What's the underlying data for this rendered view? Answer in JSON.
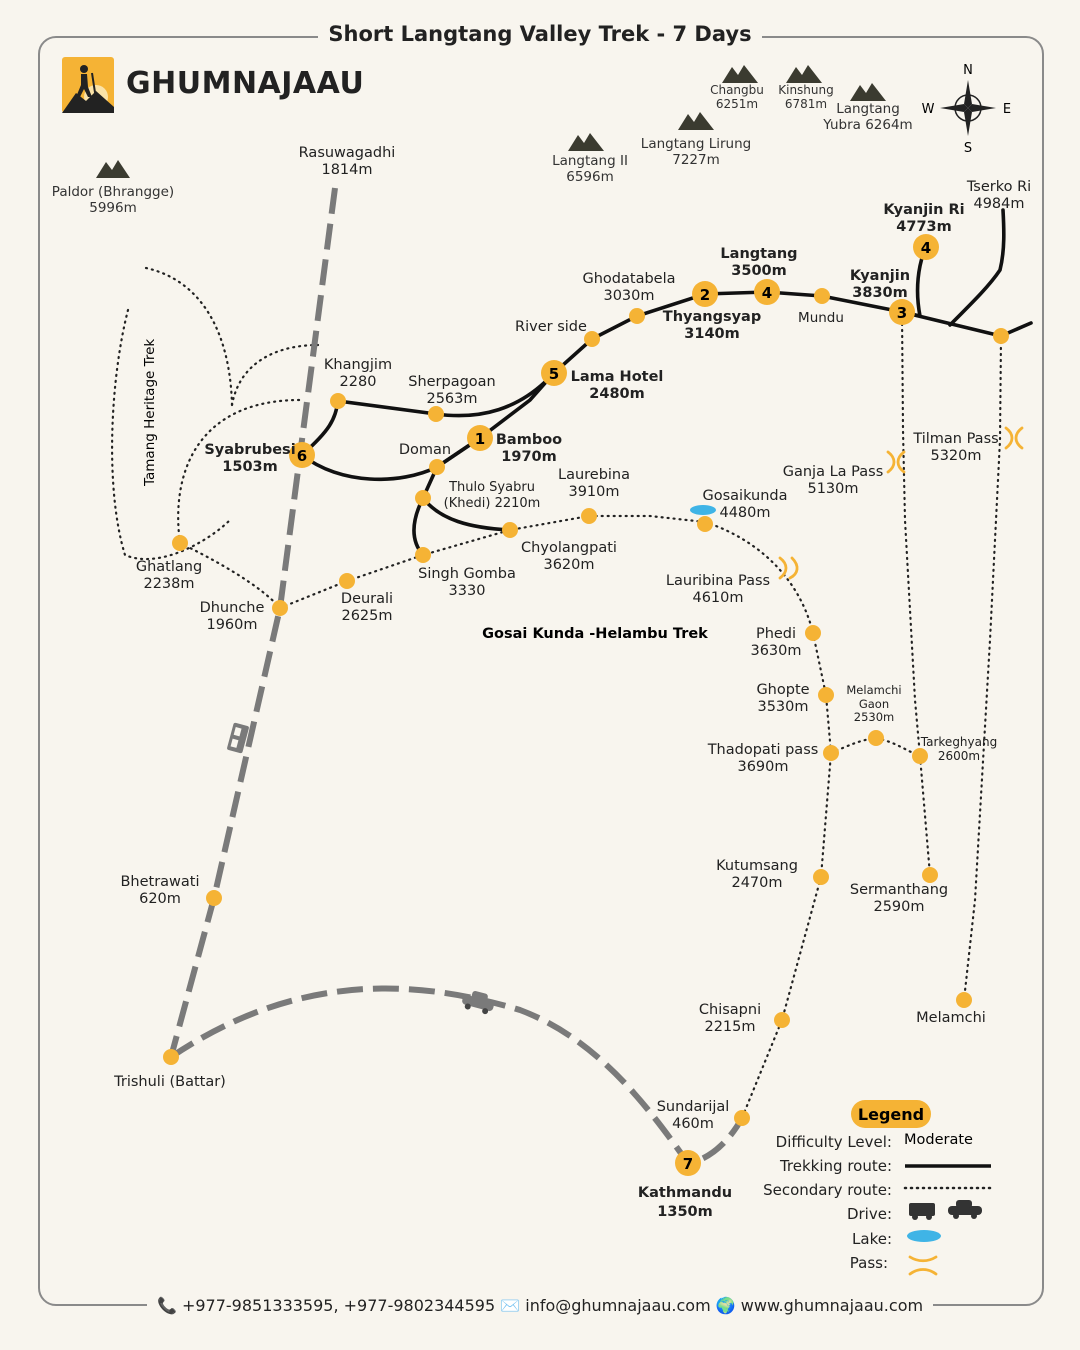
{
  "title": "Short Langtang Valley  Trek - 7 Days",
  "brand": "Ghumnajaau",
  "brand_display": "GHUMNAJAAU",
  "compass": {
    "n": "N",
    "s": "S",
    "e": "E",
    "w": "W"
  },
  "peaks": [
    {
      "name": "Paldor (Bhrangge)",
      "alt": "5996m"
    },
    {
      "name": "Langtang II",
      "alt": "6596m"
    },
    {
      "name": "Langtang Lirung",
      "alt": "7227m"
    },
    {
      "name": "Changbu",
      "alt": "6251m"
    },
    {
      "name": "Kinshung",
      "alt": "6781m"
    },
    {
      "name": "Langtang",
      "alt": "Yubra 6264m"
    }
  ],
  "places": {
    "rasuwagadhi": {
      "name": "Rasuwagadhi",
      "alt": "1814m"
    },
    "tserko": {
      "name": "Tserko Ri",
      "alt": "4984m"
    },
    "kyanjin_ri": {
      "name": "Kyanjin Ri",
      "alt": "4773m"
    },
    "langtang": {
      "name": "Langtang",
      "alt": "3500m"
    },
    "kyanjin": {
      "name": "Kyanjin",
      "alt": "3830m"
    },
    "ghodatabela": {
      "name": "Ghodatabela",
      "alt": "3030m"
    },
    "thyangsyap": {
      "name": "Thyangsyap",
      "alt": "3140m"
    },
    "mundu": {
      "name": "Mundu"
    },
    "riverside": {
      "name": "River side"
    },
    "lama_hotel": {
      "name": "Lama Hotel",
      "alt": "2480m"
    },
    "khangjim": {
      "name": "Khangjim",
      "alt": "2280"
    },
    "sherpagoan": {
      "name": "Sherpagoan",
      "alt": "2563m"
    },
    "syabrubesi": {
      "name": "Syabrubesi",
      "alt": "1503m"
    },
    "doman": {
      "name": "Doman"
    },
    "bamboo": {
      "name": "Bamboo",
      "alt": "1970m"
    },
    "laurebina": {
      "name": "Laurebina",
      "alt": "3910m"
    },
    "thulo": {
      "name": "Thulo Syabru",
      "alt": "(Khedi) 2210m"
    },
    "gosaikunda": {
      "name": "Gosaikunda",
      "alt": "4480m"
    },
    "tilman": {
      "name": "Tilman Pass",
      "alt": "5320m"
    },
    "ganja": {
      "name": "Ganja La Pass",
      "alt": "5130m"
    },
    "chyolangpati": {
      "name": "Chyolangpati",
      "alt": "3620m"
    },
    "singh": {
      "name": "Singh Gomba",
      "alt": "3330"
    },
    "ghatlang": {
      "name": "Ghatlang",
      "alt": "2238m"
    },
    "deurali": {
      "name": "Deurali",
      "alt": "2625m"
    },
    "dhunche": {
      "name": "Dhunche",
      "alt": "1960m"
    },
    "lauribina_pass": {
      "name": "Lauribina Pass",
      "alt": "4610m"
    },
    "phedi": {
      "name": "Phedi",
      "alt": "3630m"
    },
    "ghopte": {
      "name": "Ghopte",
      "alt": "3530m"
    },
    "melamchi_gaon": {
      "name": "Melamchi",
      "name2": "Gaon",
      "alt": "2530m"
    },
    "tarkeghyang": {
      "name": "Tarkeghyang",
      "alt": "2600m"
    },
    "thadopati": {
      "name": "Thadopati pass",
      "alt": "3690m"
    },
    "kutumsang": {
      "name": "Kutumsang",
      "alt": "2470m"
    },
    "sermanthang": {
      "name": "Sermanthang",
      "alt": "2590m"
    },
    "bhetrawati": {
      "name": "Bhetrawati",
      "alt": "620m"
    },
    "chisapni": {
      "name": "Chisapni",
      "alt": "2215m"
    },
    "melamchi": {
      "name": "Melamchi"
    },
    "trishuli": {
      "name": "Trishuli (Battar)"
    },
    "sundarijal": {
      "name": "Sundarijal",
      "alt": "460m"
    },
    "kathmandu": {
      "name": "Kathmandu",
      "alt": "1350m"
    }
  },
  "route_labels": {
    "tamang": "Tamang Heritage Trek",
    "gosai": "Gosai Kunda -Helambu  Trek"
  },
  "day_markers": {
    "bamboo": "1",
    "thyangsyap": "2",
    "kyanjin": "3",
    "langtang": "4",
    "kyanjin_ri": "4",
    "lama_hotel": "5",
    "syabrubesi": "6",
    "kathmandu": "7"
  },
  "legend": {
    "title": "Legend",
    "difficulty_label": "Difficulty Level:",
    "difficulty_value": "Moderate",
    "trekking": "Trekking route:",
    "secondary": "Secondary route:",
    "drive": "Drive:",
    "lake": "Lake:",
    "pass": "Pass:"
  },
  "footer": "📞 +977-9851333595, +977-9802344595 ✉️ info@ghumnajaau.com 🌍 www.ghumnajaau.com",
  "colors": {
    "accent": "#f5b335",
    "route": "#111111",
    "drive": "#7a7a7a",
    "lake": "#3fb4e6"
  }
}
